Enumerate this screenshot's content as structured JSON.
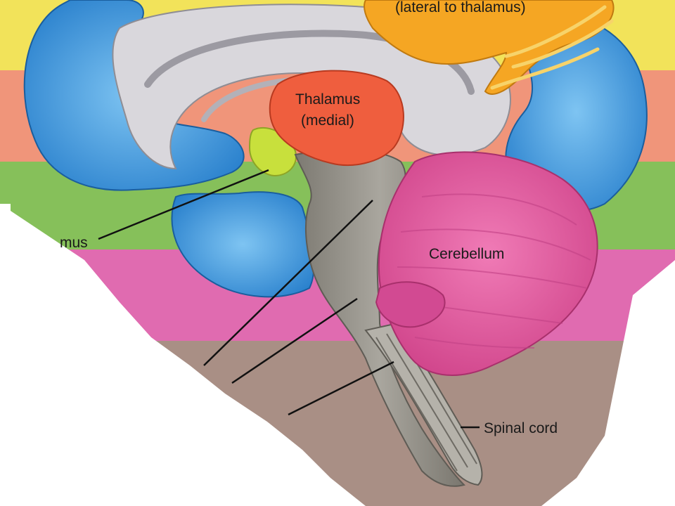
{
  "labels": {
    "lateral_thalamus": "(lateral to thalamus)",
    "thalamus_line1": "Thalamus",
    "thalamus_line2": "(medial)",
    "hypothalamus_fragment": "mus",
    "cerebellum": "Cerebellum",
    "spinal_cord": "Spinal cord"
  },
  "colors": {
    "band_yellow": "#f2e35a",
    "band_salmon": "#f0957a",
    "band_green": "#86c05a",
    "band_pink": "#e06bb0",
    "band_taupe": "#a98f85",
    "cortex_blue": "#2f8fd8",
    "white_matter": "#d9d7dc",
    "thalamus": "#ef5e3e",
    "basal_ganglia": "#f5a623",
    "cerebellum": "#e2549c",
    "brainstem": "#8e8a80",
    "hypothalamus": "#c8e03c"
  },
  "icons": [
    "brain-cortex-icon",
    "thalamus-icon",
    "cerebellum-icon",
    "brainstem-icon"
  ]
}
